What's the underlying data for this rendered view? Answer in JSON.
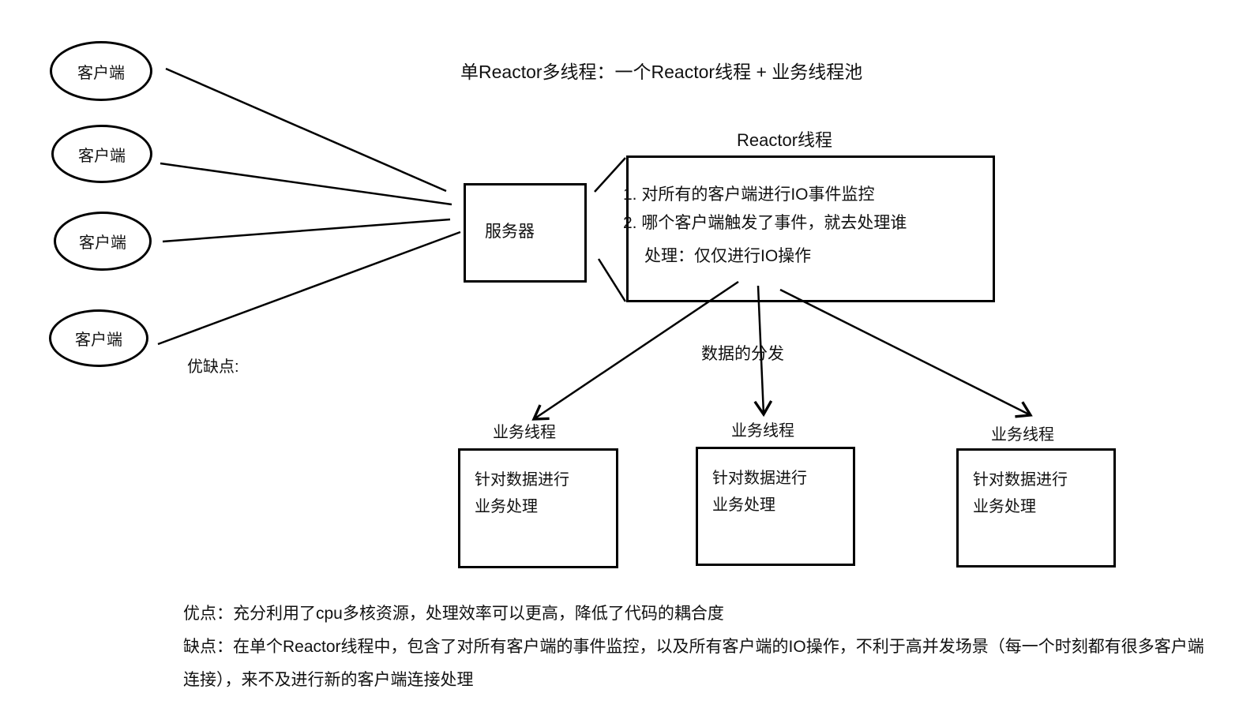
{
  "title": "单Reactor多线程：一个Reactor线程 + 业务线程池",
  "colors": {
    "line": "#000000",
    "background": "#ffffff",
    "text": "#111111"
  },
  "clients": {
    "labels": [
      "客户端",
      "客户端",
      "客户端",
      "客户端"
    ]
  },
  "server": {
    "label": "服务器"
  },
  "reactor": {
    "label": "Reactor线程",
    "lines": [
      "1. 对所有的客户端进行IO事件监控",
      "2. 哪个客户端触发了事件，就去处理谁",
      "处理：仅仅进行IO操作"
    ]
  },
  "distribution_label": "数据的分发",
  "pros_cons_label": "优缺点:",
  "workers": [
    {
      "label": "业务线程",
      "lines": [
        "针对数据进行",
        "业务处理"
      ]
    },
    {
      "label": "业务线程",
      "lines": [
        "针对数据进行",
        "业务处理"
      ]
    },
    {
      "label": "业务线程",
      "lines": [
        "针对数据进行",
        "业务处理"
      ]
    }
  ],
  "notes": {
    "pros": "优点：充分利用了cpu多核资源，处理效率可以更高，降低了代码的耦合度",
    "cons_line1": "缺点：在单个Reactor线程中，包含了对所有客户端的事件监控，以及所有客户端的IO操作，不利于高并发场景（每一个时刻都有很多客户端",
    "cons_line2": "连接），来不及进行新的客户端连接处理"
  }
}
